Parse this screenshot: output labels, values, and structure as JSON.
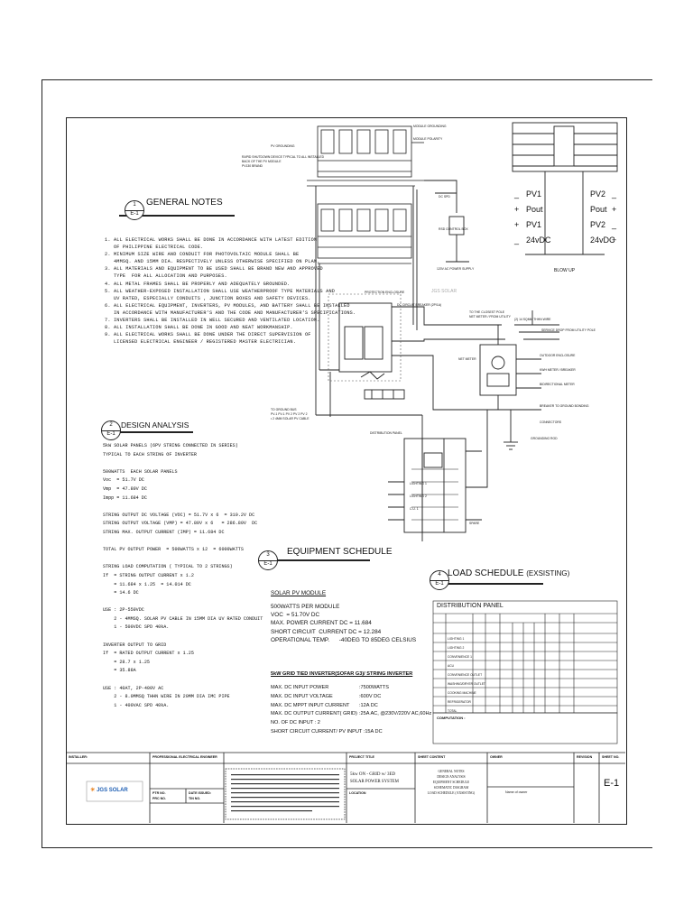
{
  "general_notes": {
    "number": "1",
    "ref": "E-1",
    "title": "GENERAL NOTES",
    "lines": [
      "1. ALL ELECTRICAL WORKS SHALL BE DONE IN ACCORDANCE WITH LATEST EDITION",
      "   OF PHILIPPINE ELECTRICAL CODE.",
      "2. MINIMUM SIZE WIRE AND CONDUIT FOR PHOTOVOLTAIC MODULE SHALL BE",
      "   4MMSQ. AND 15MM DIA. RESPECTIVELY UNLESS OTHERWISE SPECIFIED ON PLAN.",
      "3. ALL MATERIALS AND EQUIPMENT TO BE USED SHALL BE BRAND NEW AND APPROVED",
      "   TYPE  FOR ALL ALLOCATION AND PURPOSES.",
      "4. ALL METAL FRAMES SHALL BE PROPERLY AND ADEQUATELY GROUNDED.",
      "5. ALL WEATHER-EXPOSED INSTALLATION SHALL USE WEATHERPROOF TYPE MATERIALS AND",
      "   UV RATED, ESPECIALLY CONDUITS , JUNCTION BOXES AND SAFETY DEVICES.",
      "6. ALL ELECTRICAL EQUIPMENT, INVERTERS, PV MODULES, AND BATTERY SHALL BE INSTALLED",
      "   IN ACCORDANCE WITH MANUFACTURER'S AND THE CODE AND MANUFACTURER'S SPECIFICATIONS.",
      "7. INVERTERS SHALL BE INSTALLED IN WELL SECURED AND VENTILATED LOCATION.",
      "8. ALL INSTALLATION SHALL BE DONE IN GOOD AND NEAT WORKMANSHIP.",
      "9. ALL ELECTRICAL WORKS SHALL BE DONE UNDER THE DIRECT SUPERVISION OF",
      "   LICENSED ELECTRICAL ENGINEER / REGISTERED MASTER ELECTRICIAN."
    ]
  },
  "design_analysis": {
    "number": "2",
    "ref": "E-1",
    "title": "DESIGN ANALYSIS",
    "lines": [
      "5kW SOLAR PANELS (6PV STRING CONNECTED IN SERIES)",
      "TYPICAL TO EACH STRING OF INVERTER",
      "",
      "500WATTS  EACH SOLAR PANELS",
      "Voc  = 51.7V DC",
      "Vmp  = 47.80V DC",
      "Impp = 11.684 DC",
      "",
      "STRING OUTPUT DC VOLTAGE (VOC) = 51.7V x 6  = 310.2V DC",
      "STRING OUTPUT VOLTAGE (VMP) = 47.80V x 6   = 286.80V  DC",
      "STRING MAX. OUTPUT CURRENT (IMP) = 11.684 DC",
      "",
      "TOTAL PV OUTPUT POWER  = 500WATTS x 12  = 6000WATTS",
      "",
      "STRING LOAD COMPUTATION ( TYPICAL TO 2 STRINGS)",
      "If  = STRING OUTPUT CURRENT x 1.2",
      "    = 11.684 x 1.25  = 14.014 DC",
      "    = 14.6 DC",
      "",
      "USE : 2P-550VDC",
      "    2 - 4MMSQ. SOLAR PV CABLE IN 15MM DIA UV RATED CONDUIT",
      "    1 - 500VDC SPD 40kA.",
      "",
      "INVERTER OUTPUT TO GRID",
      "If  = RATED OUTPUT CURRENT x 1.25",
      "    = 28.7 x 1.25",
      "    = 35.88A",
      "",
      "USE : 40AT, 2P-400V AC",
      "    2 - 8.0MMSQ THHN WIRE IN 20MM DIA IMC PIPE",
      "    1 - 400VAC SPD 40kA."
    ]
  },
  "equipment_schedule": {
    "number": "3",
    "ref": "E-1",
    "title": "EQUIPMENT SCHEDULE",
    "module_header": "SOLAR PV MODULE",
    "module_lines": [
      "500WATTS PER MODULE",
      "VOC  = 51.70V DC",
      "MAX. POWER CURRENT DC = 11.684",
      "SHORT CIRCUIT  CURRENT DC = 12.284",
      "OPERATIONAL TEMP.      -40DEG TO 85DEG CELSIUS"
    ],
    "inverter_header": "5kW GRID TIED INVERTER(SOFAR G3)/ STRING INVERTER",
    "inverter_rows": [
      [
        "MAX. DC INPUT POWER",
        ":7500WATTS"
      ],
      [
        "MAX. DC INPUT VOLTAGE",
        ":600V DC"
      ],
      [
        "MAX. DC MPPT INPUT CURRENT",
        ":12A DC"
      ],
      [
        "MAX. DC OUTPUT CURRENT( GRID)",
        ":25A AC, @230V/220V AC,60Hz"
      ],
      [
        "NO. OF DC INPUT  :  2",
        ""
      ],
      [
        "SHORT CIRCUIT CURRENT/ PV INPUT  :15A DC",
        ""
      ]
    ]
  },
  "load_schedule": {
    "number": "4",
    "ref": "E-1",
    "title": "LOAD SCHEDULE",
    "title_suffix": "(EXSISTING)",
    "panel_label": "DISTRIBUTION PANEL",
    "computation_label": "COMPUTATION :",
    "rows": [
      "LIGHTING 1",
      "LIGHTING 2",
      "CONVENIENCE 1",
      "ACU",
      "CONVENIENCE OUTLET",
      "WASHING/DRYER OUTLET",
      "COOKING MACHINE",
      "REFRIGERATOR",
      "TOTAL"
    ]
  },
  "pv_blowup": {
    "left": [
      "PV1",
      "Pout",
      "PV1",
      "24vDC"
    ],
    "right": [
      "PV2",
      "Pout",
      "PV2",
      "24vDC"
    ],
    "signs_left": [
      "_",
      "+",
      "+",
      "_"
    ],
    "signs_right": [
      "_",
      "+",
      "_",
      "+"
    ],
    "label": "BLOW UP"
  },
  "title_block": {
    "installer_label": "INSTALLER:",
    "engineer_label": "PROFESSIONAL ELECTRICAL ENGINEER",
    "project_title_label": "PROJECT TITLE",
    "sheet_content_label": "SHEET CONTENT",
    "owner_label": "OWNER",
    "revision_label": "REVISION",
    "sheet_no_label": "SHEET NO.",
    "sheet_no": "E-1",
    "company": "JGS SOLAR",
    "project_title_1": "5kw ON - GRID w/ 3ED",
    "project_title_2": "SOLAR POWER SYSTEM",
    "sheet_contents": [
      "GENERAL NOTES",
      "DESIGN ANALYSIS",
      "EQUIPMENT SCHEDULE",
      "SCHEMATIC DIAGRAM",
      "LOAD SCHEDULE ( EXSISTING)"
    ],
    "name_of_owner": "Name of owner",
    "ptr_label": "PTR NO.",
    "prc_label": "PRC NO.",
    "issued_label": "DATE ISSUED:",
    "tin_label": "TIN NO.",
    "location_label": "LOCATION"
  },
  "colors": {
    "ink": "#111111",
    "frame": "#222222",
    "logo_blue": "#1f5fb4",
    "logo_orange": "#e8821e"
  }
}
